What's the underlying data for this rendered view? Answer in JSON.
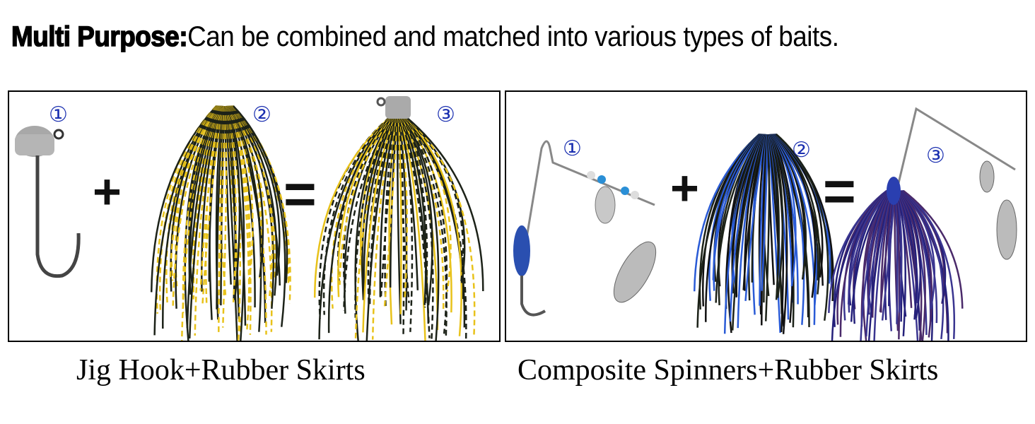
{
  "headline": {
    "bold": "Multi Purpose:",
    "text": "Can be combined and matched into various types of baits."
  },
  "panels": [
    {
      "caption": "Jig Hook+Rubber Skirts",
      "markers": [
        "①",
        "②",
        "③"
      ],
      "operators": [
        "+",
        "="
      ]
    },
    {
      "caption": "Composite Spinners+Rubber Skirts",
      "markers": [
        "①",
        "②",
        "③"
      ],
      "operators": [
        "+",
        "="
      ]
    }
  ],
  "colors": {
    "marker": "#1a2fb0",
    "yellow": "#e8c21a",
    "black": "#1c2218",
    "blue": "#2a5bd6",
    "navy": "#24207a"
  }
}
